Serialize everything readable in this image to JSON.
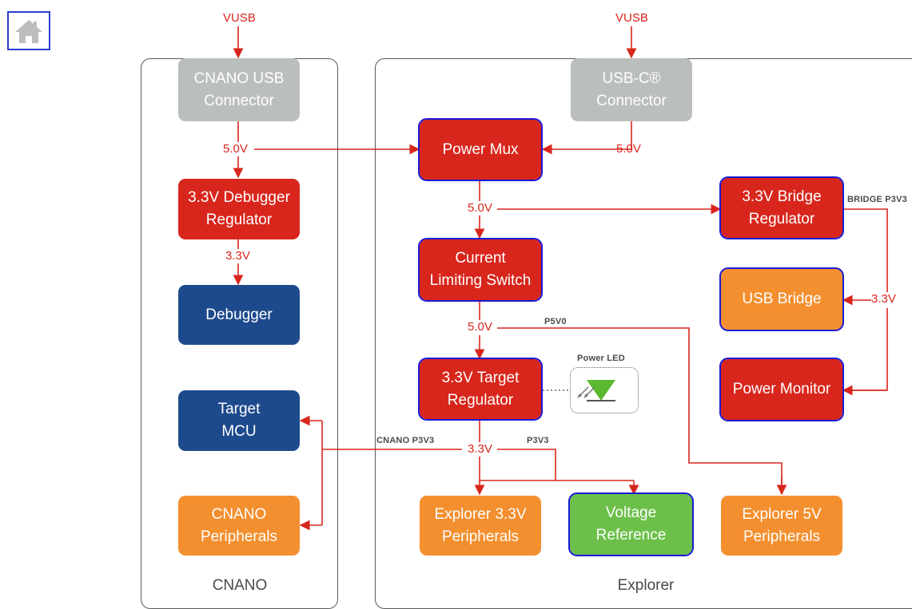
{
  "nav": {
    "home_icon": "home-icon"
  },
  "containers": {
    "cnano": "CNANO",
    "explorer": "Explorer"
  },
  "inputs": {
    "vusb_left": "VUSB",
    "vusb_right": "VUSB"
  },
  "blocks": {
    "cnano_usb": "CNANO USB\nConnector",
    "debugger_regulator": "3.3V Debugger\nRegulator",
    "debugger": "Debugger",
    "target_mcu": "Target\nMCU",
    "cnano_peripherals": "CNANO\nPeripherals",
    "usbc_connector": "USB-C®\nConnector",
    "power_mux": "Power Mux",
    "current_limiting_switch": "Current\nLimiting Switch",
    "target_regulator": "3.3V Target\nRegulator",
    "explorer_33_peripherals": "Explorer 3.3V\nPeripherals",
    "voltage_reference": "Voltage\nReference",
    "bridge_regulator": "3.3V Bridge\nRegulator",
    "usb_bridge": "USB Bridge",
    "power_monitor": "Power Monitor",
    "explorer_5v_peripherals": "Explorer 5V\nPeripherals"
  },
  "wire_labels": {
    "cnano_5v": "5.0V",
    "usbc_5v": "5.0V",
    "cnano_33v": "3.3V",
    "mux_5v": "5.0V",
    "switch_5v": "5.0V",
    "target_33v": "3.3V",
    "bridge_33v": "3.3V"
  },
  "net_labels": {
    "bridge_p3v3": "BRIDGE P3V3",
    "p5v0": "P5V0",
    "cnano_p3v3": "CNANO P3V3",
    "p3v3": "P3V3",
    "power_led": "Power LED"
  },
  "colors": {
    "power_red": "#d8261c",
    "connector_gray": "#bbbfbb",
    "mcu_blue": "#1d4a8c",
    "peripheral_orange": "#f38f2e",
    "reference_green": "#6cc04a",
    "wire": "#d8261c",
    "selection": "#1a1ad6"
  }
}
